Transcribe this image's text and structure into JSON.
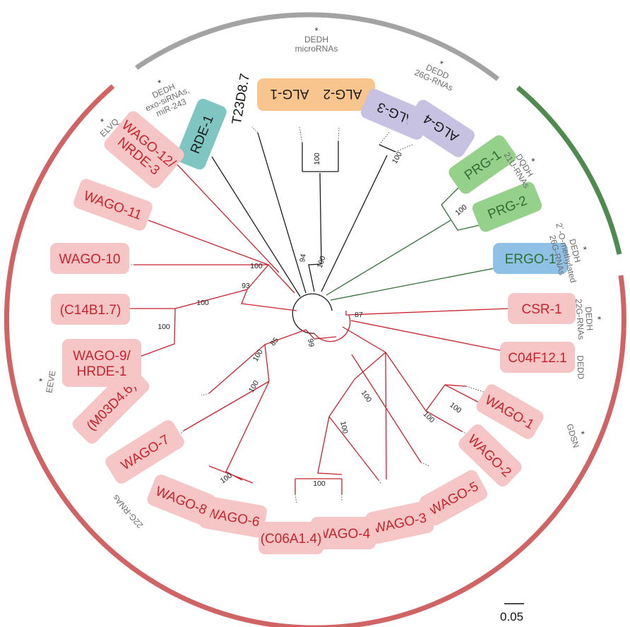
{
  "colors": {
    "red": "#c8232c",
    "red_box": "#f6c6c6",
    "red_ring": "#d06464",
    "grey_ring": "#a3a3a3",
    "green": "#2f6f34",
    "green_box": "#96d18c",
    "green_ring": "#4f8a4f",
    "orange_box": "#f8c58f",
    "purple_box": "#c8c2e2",
    "teal_box": "#7fc6c2",
    "blue_box": "#8fc0e6",
    "black": "#1a1a1a"
  },
  "tips": [
    {
      "label": "RDE-1",
      "box": "teal"
    },
    {
      "label": "T23D8.7",
      "box": "none"
    },
    {
      "label": "ALG-1",
      "box": "orange"
    },
    {
      "label": "ALG-2",
      "box": "orange"
    },
    {
      "label": "ALG-3",
      "box": "purple"
    },
    {
      "label": "ALG-4",
      "box": "purple"
    },
    {
      "label": "PRG-1",
      "box": "green"
    },
    {
      "label": "PRG-2",
      "box": "green"
    },
    {
      "label": "ERGO-1",
      "box": "blue"
    },
    {
      "label": "CSR-1",
      "box": "red"
    },
    {
      "label": "C04F12.1",
      "box": "red"
    },
    {
      "label": "WAGO-1",
      "box": "red"
    },
    {
      "label": "WAGO-2",
      "box": "red"
    },
    {
      "label": "WAGO-5",
      "box": "red"
    },
    {
      "label": "WAGO-3",
      "box": "red"
    },
    {
      "label": "WAGO-4",
      "box": "red"
    },
    {
      "label": "(C06A1.4)",
      "box": "red"
    },
    {
      "label": "WAGO-6",
      "box": "red"
    },
    {
      "label": "WAGO-8",
      "box": "red"
    },
    {
      "label": "WAGO-7",
      "box": "red"
    },
    {
      "label": "(M03D4.6)",
      "box": "red"
    },
    {
      "label": "WAGO-9/\nHRDE-1",
      "box": "red"
    },
    {
      "label": "(C14B1.7)",
      "box": "red"
    },
    {
      "label": "WAGO-10",
      "box": "red"
    },
    {
      "label": "WAGO-11",
      "box": "red"
    },
    {
      "label": "WAGO-12/\nNRDE-3",
      "box": "red"
    }
  ],
  "bootstrap": [
    "100",
    "94",
    "100",
    "100",
    "100",
    "100",
    "93",
    "100",
    "100",
    "87",
    "100",
    "100",
    "100",
    "100",
    "100",
    "100",
    "100",
    "100",
    "85",
    "99"
  ],
  "annotations": [
    {
      "star": "*",
      "lines": [
        "DEDH",
        "microRNAs"
      ]
    },
    {
      "star": "*",
      "lines": [
        "DEDD",
        "26G-RNAs"
      ]
    },
    {
      "star": "*",
      "lines": [
        "DQDH",
        "21U-RNAs"
      ]
    },
    {
      "star": "*",
      "lines": [
        "DEDH",
        "2´-O-methylated",
        "26G-RNAs"
      ]
    },
    {
      "star": "*",
      "lines": [
        "DEDH",
        "22G-RNAs"
      ]
    },
    {
      "star": "",
      "lines": [
        "DEDD"
      ]
    },
    {
      "star": "*",
      "lines": [
        "GDSN"
      ]
    },
    {
      "star": "",
      "lines": [
        "22G-RNAs"
      ]
    },
    {
      "star": "*",
      "lines": [
        "EEVE"
      ]
    },
    {
      "star": "*",
      "lines": [
        "ELVQ"
      ]
    },
    {
      "star": "*",
      "lines": [
        "DEDH",
        "exo-siRNAs,",
        "miR-243"
      ]
    }
  ],
  "scale_bar": "0.05"
}
